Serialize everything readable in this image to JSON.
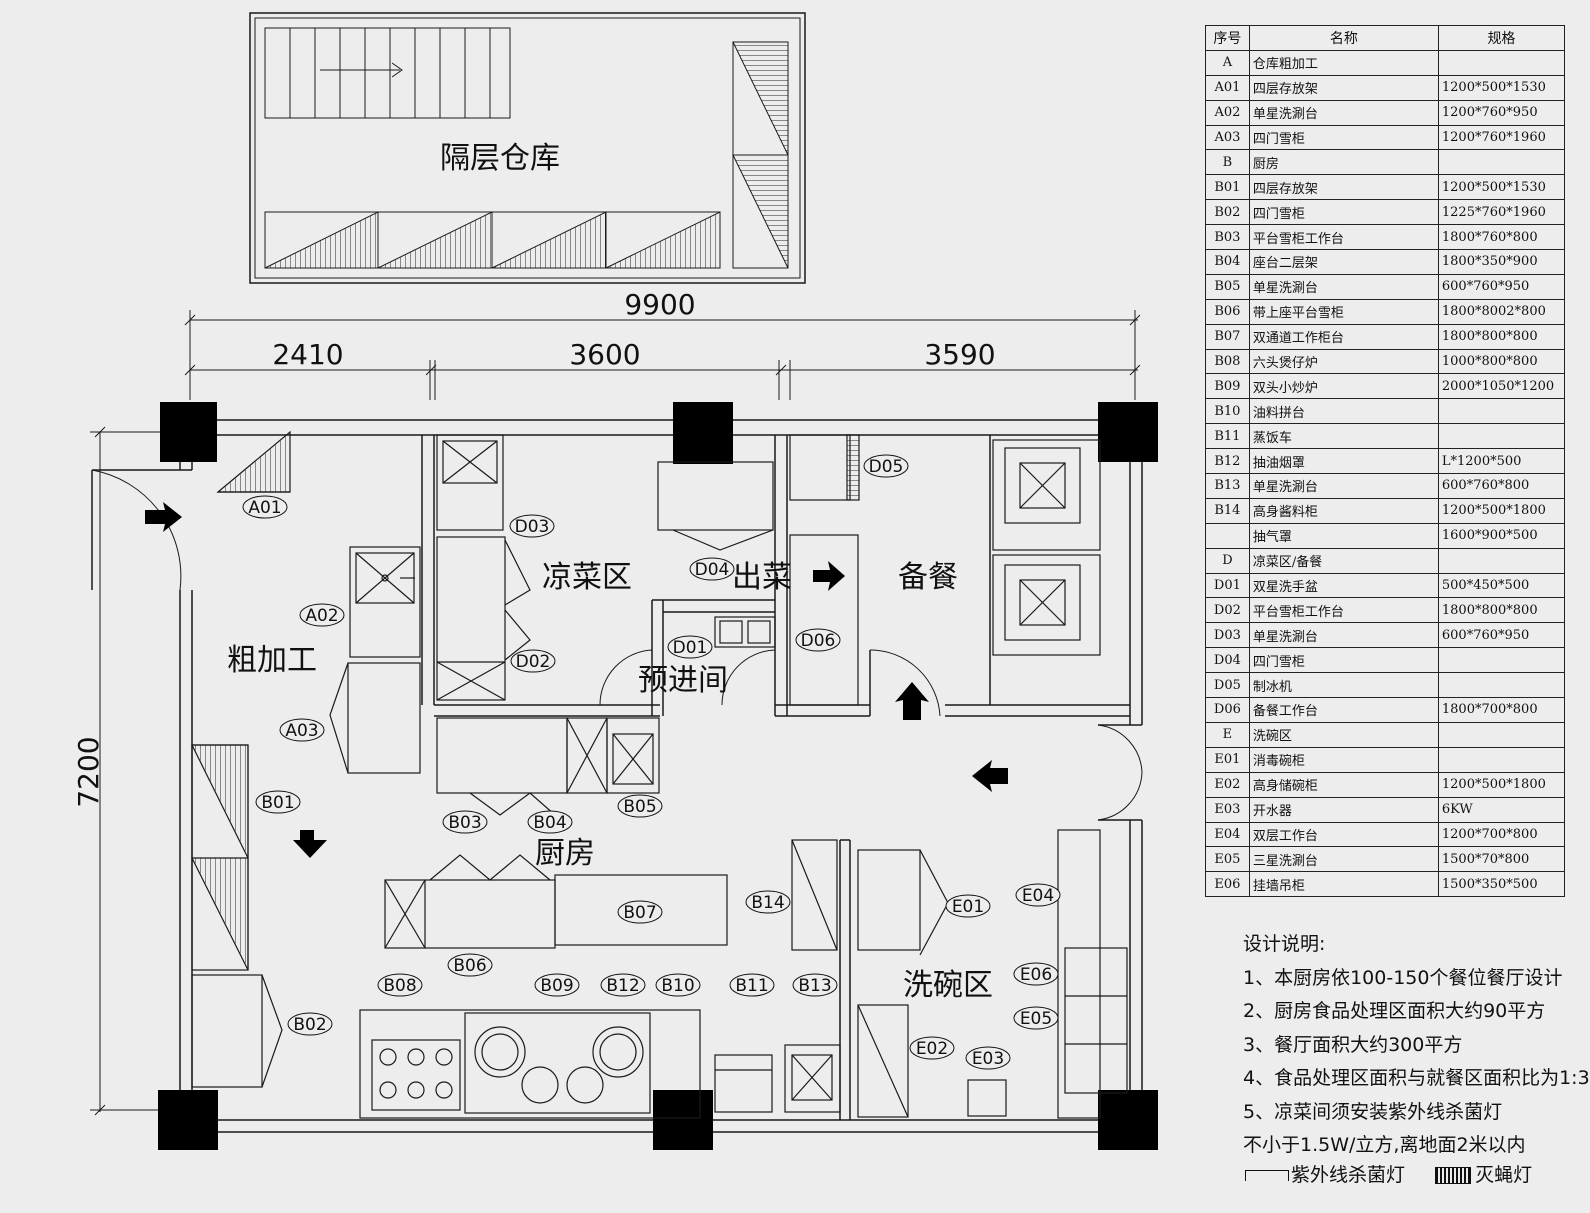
{
  "drawing": {
    "mezzanine": "隔层仓库",
    "dims": {
      "total_width": "9900",
      "seg1": "2410",
      "seg2": "3600",
      "seg3": "3590",
      "height": "7200"
    },
    "rooms": {
      "rough": "粗加工",
      "cold": "凉菜区",
      "serve": "出菜",
      "prep_serve": "备餐",
      "pre_room": "预进间",
      "kitchen": "厨房",
      "dish": "洗碗区"
    },
    "tags": {
      "A01": "A01",
      "A02": "A02",
      "A03": "A03",
      "B01": "B01",
      "B02": "B02",
      "B03": "B03",
      "B04": "B04",
      "B05": "B05",
      "B06": "B06",
      "B07": "B07",
      "B08": "B08",
      "B09": "B09",
      "B10": "B10",
      "B11": "B11",
      "B12": "B12",
      "B13": "B13",
      "B14": "B14",
      "D01": "D01",
      "D02": "D02",
      "D03": "D03",
      "D04": "D04",
      "D05": "D05",
      "D06": "D06",
      "E01": "E01",
      "E02": "E02",
      "E03": "E03",
      "E04": "E04",
      "E05": "E05",
      "E06": "E06"
    }
  },
  "table": {
    "headers": [
      "序号",
      "名称",
      "规格"
    ],
    "rows": [
      [
        "A",
        "仓库粗加工",
        ""
      ],
      [
        "A01",
        "四层存放架",
        "1200*500*1530"
      ],
      [
        "A02",
        "单星洗涮台",
        "1200*760*950"
      ],
      [
        "A03",
        "四门雪柜",
        "1200*760*1960"
      ],
      [
        "B",
        "厨房",
        ""
      ],
      [
        "B01",
        "四层存放架",
        "1200*500*1530"
      ],
      [
        "B02",
        "四门雪柜",
        "1225*760*1960"
      ],
      [
        "B03",
        "平台雪柜工作台",
        "1800*760*800"
      ],
      [
        "B04",
        "座台二层架",
        "1800*350*900"
      ],
      [
        "B05",
        "单星洗涮台",
        "600*760*950"
      ],
      [
        "B06",
        "带上座平台雪柜",
        "1800*8002*800"
      ],
      [
        "B07",
        "双通道工作柜台",
        "1800*800*800"
      ],
      [
        "B08",
        "六头煲仔炉",
        "1000*800*800"
      ],
      [
        "B09",
        "双头小炒炉",
        "2000*1050*1200"
      ],
      [
        "B10",
        "油料拼台",
        ""
      ],
      [
        "B11",
        "蒸饭车",
        ""
      ],
      [
        "B12",
        "抽油烟罩",
        "L*1200*500"
      ],
      [
        "B13",
        "单星洗涮台",
        "600*760*800"
      ],
      [
        "B14",
        "高身酱料柜",
        "1200*500*1800"
      ],
      [
        "",
        "抽气罩",
        "1600*900*500"
      ],
      [
        "D",
        "凉菜区/备餐",
        ""
      ],
      [
        "D01",
        "双星洗手盆",
        "500*450*500"
      ],
      [
        "D02",
        "平台雪柜工作台",
        "1800*800*800"
      ],
      [
        "D03",
        "单星洗涮台",
        "600*760*950"
      ],
      [
        "D04",
        "四门雪柜",
        ""
      ],
      [
        "D05",
        "制冰机",
        ""
      ],
      [
        "D06",
        "备餐工作台",
        "1800*700*800"
      ],
      [
        "E",
        "洗碗区",
        ""
      ],
      [
        "E01",
        "消毒碗柜",
        ""
      ],
      [
        "E02",
        "高身储碗柜",
        "1200*500*1800"
      ],
      [
        "E03",
        "开水器",
        "6KW"
      ],
      [
        "E04",
        "双层工作台",
        "1200*700*800"
      ],
      [
        "E05",
        "三星洗涮台",
        "1500*70*800"
      ],
      [
        "E06",
        "挂墙吊柜",
        "1500*350*500"
      ]
    ]
  },
  "notes": {
    "title": "设计说明:",
    "lines": [
      "1、本厨房依100-150个餐位餐厅设计",
      "2、厨房食品处理区面积大约90平方",
      "3、餐厅面积大约300平方",
      "4、食品处理区面积与就餐区面积比为1:3",
      "5、凉菜间须安装紫外线杀菌灯",
      "不小于1.5W/立方,离地面2米以内"
    ],
    "legend_uv": "紫外线杀菌灯",
    "legend_fly": "灭蝇灯"
  }
}
